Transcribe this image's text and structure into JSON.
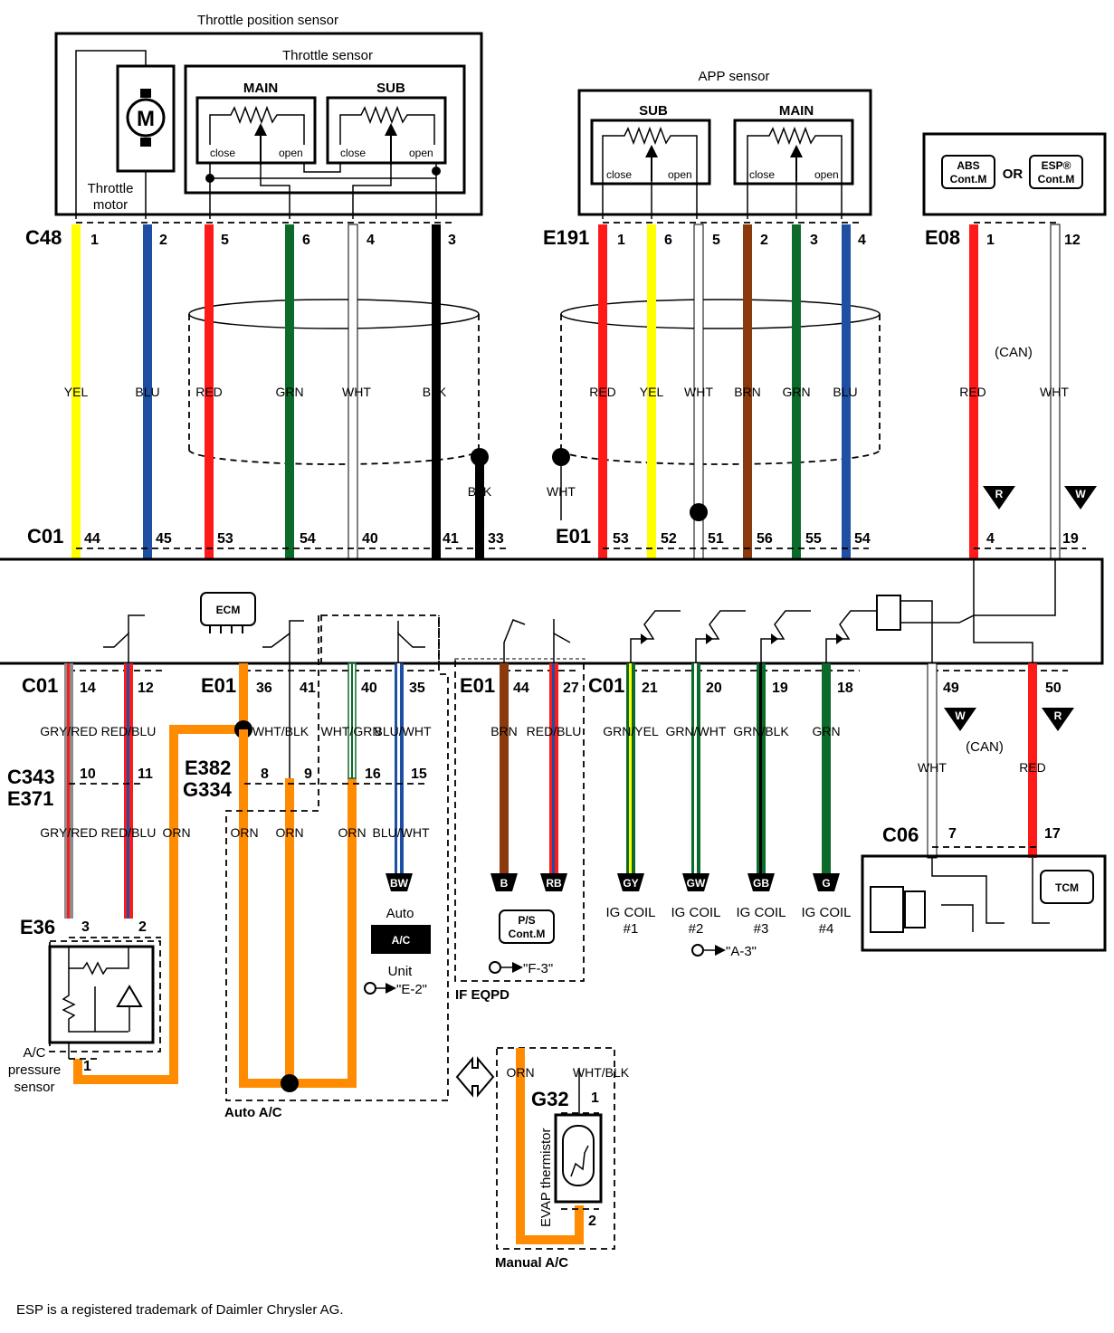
{
  "colors": {
    "yellow": "#ffff00",
    "blue": "#1e4fa3",
    "red": "#ff1a1a",
    "green": "#0c6b2a",
    "white": "#ffffff",
    "black": "#000000",
    "brown": "#8b3a0e",
    "orange": "#ff8c00",
    "gray": "#8c8c8c"
  },
  "throttle": {
    "title": "Throttle position sensor",
    "sensor_title": "Throttle sensor",
    "main": "MAIN",
    "sub": "SUB",
    "close": "close",
    "open": "open",
    "motor_symbol": "M",
    "motor_line1": "Throttle",
    "motor_line2": "motor"
  },
  "app": {
    "title": "APP sensor",
    "sub": "SUB",
    "main": "MAIN",
    "close": "close",
    "open": "open"
  },
  "abs": {
    "abs_l1": "ABS",
    "abs_l2": "Cont.M",
    "or": "OR",
    "esp_l1": "ESP®",
    "esp_l2": "Cont.M"
  },
  "conn": {
    "c48": "C48",
    "e191": "E191",
    "e08": "E08",
    "c01": "C01",
    "e01": "E01",
    "c343": "C343",
    "e371": "E371",
    "e382": "E382",
    "g334": "G334",
    "e36": "E36",
    "c06": "C06",
    "g32": "G32"
  },
  "pins": {
    "c48": [
      "1",
      "2",
      "5",
      "6",
      "4",
      "3"
    ],
    "e191": [
      "1",
      "6",
      "5",
      "2",
      "3",
      "4"
    ],
    "e08": [
      "1",
      "12"
    ],
    "c01_top": [
      "44",
      "45",
      "53",
      "54",
      "40",
      "41",
      "33"
    ],
    "e01_top": [
      "53",
      "52",
      "51",
      "56",
      "55",
      "54"
    ],
    "mid_right": [
      "4",
      "19"
    ],
    "c01_bot_a": [
      "14",
      "12"
    ],
    "e01_bot_a": [
      "36",
      "41",
      "40",
      "35"
    ],
    "e01_bot_b": [
      "44",
      "27"
    ],
    "c01_bot_b": [
      "21",
      "20",
      "19",
      "18"
    ],
    "right_bot": [
      "49",
      "50"
    ],
    "c343": [
      "10",
      "11"
    ],
    "e382": [
      "8",
      "9",
      "16",
      "15"
    ],
    "e36": [
      "3",
      "2",
      "1"
    ],
    "c06": [
      "7",
      "17"
    ],
    "g32": [
      "1",
      "2"
    ]
  },
  "wires": {
    "top_left": [
      "YEL",
      "BLU",
      "RED",
      "GRN",
      "WHT",
      "BLK"
    ],
    "blk_drain": "BLK",
    "wht_drain": "WHT",
    "top_mid": [
      "RED",
      "YEL",
      "WHT",
      "BRN",
      "GRN",
      "BLU"
    ],
    "top_right": [
      "RED",
      "WHT"
    ],
    "can": "(CAN)",
    "bot_left_upper": [
      "GRY/RED",
      "RED/BLU"
    ],
    "bot_left_lower": [
      "GRY/RED",
      "RED/BLU"
    ],
    "orn": "ORN",
    "wht_blk": "WHT/BLK",
    "wht_grn": "WHT/GRN",
    "blu_wht": "BLU/WHT",
    "bot_orn_row": [
      "ORN",
      "ORN",
      "ORN",
      "BLU/WHT"
    ],
    "eqpd": [
      "BRN",
      "RED/BLU"
    ],
    "coils": [
      "GRN/YEL",
      "GRN/WHT",
      "GRN/BLK",
      "GRN"
    ],
    "right_bot": [
      "WHT",
      "RED"
    ]
  },
  "tags": {
    "r": "R",
    "w": "W",
    "bw": "BW",
    "b": "B",
    "rb": "RB",
    "gy": "GY",
    "gw": "GW",
    "gb": "GB",
    "g": "G"
  },
  "ecm": "ECM",
  "auto_unit": {
    "l1": "Auto",
    "icon": "A/C",
    "l2": "Unit",
    "ref": "\"E-2\""
  },
  "ps": {
    "l1": "P/S",
    "l2": "Cont.M",
    "ref": "\"F-3\""
  },
  "ifeqpd": "IF EQPD",
  "coils": {
    "ig": "IG COIL",
    "nums": [
      "#1",
      "#2",
      "#3",
      "#4"
    ],
    "ref": "\"A-3\""
  },
  "tcm": "TCM",
  "ac_sensor": {
    "l1": "A/C",
    "l2": "pressure",
    "l3": "sensor"
  },
  "auto_ac": "Auto A/C",
  "manual_ac": "Manual A/C",
  "evap": "EVAP thermistor",
  "footer": "ESP is a registered trademark of Daimler Chrysler AG."
}
